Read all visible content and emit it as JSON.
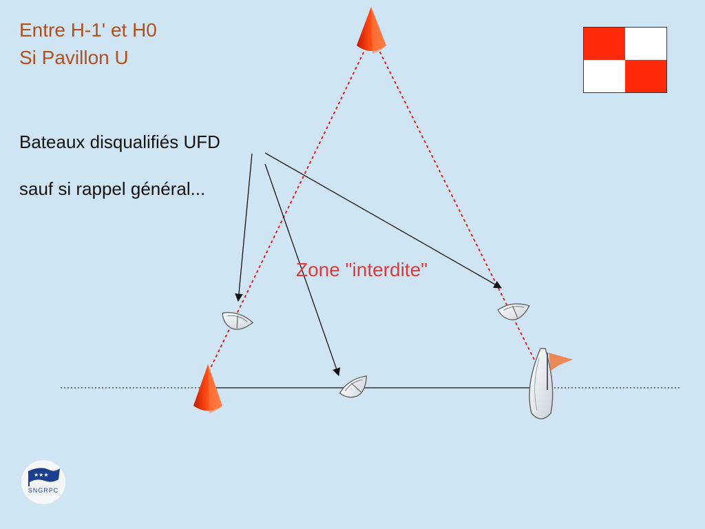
{
  "heading": {
    "line1": "Entre H-1' et H0",
    "line2": "Si Pavillon U"
  },
  "notes": {
    "line1": "Bateaux disqualifiés UFD",
    "line2": "sauf si rappel général..."
  },
  "zone_label": "Zone \"interdite\"",
  "flag": {
    "name": "Pavillon U",
    "cells": [
      "red",
      "white",
      "white",
      "red"
    ],
    "colors": {
      "red": "#ff2a0a",
      "white": "#ffffff"
    }
  },
  "logo": {
    "text": "SNGRPC"
  },
  "colors": {
    "background": "#cfe5f3",
    "heading": "#b0501e",
    "zone_text": "#e03a3a",
    "laylines": "#e02020",
    "buoy": "#ff4a14"
  }
}
